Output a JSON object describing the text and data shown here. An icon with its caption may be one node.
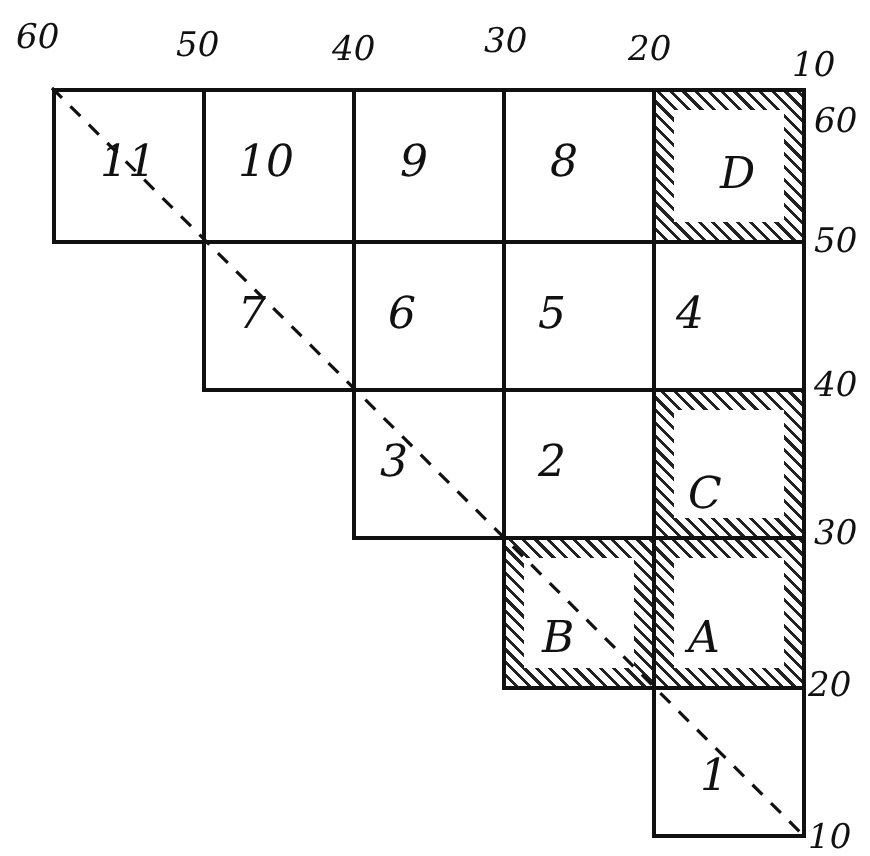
{
  "diagram": {
    "nodes": [
      {
        "text": [
          "11"
        ]
      },
      {
        "text": [
          "10"
        ]
      },
      {
        "text": [
          "9"
        ]
      },
      {
        "text": [
          "8"
        ]
      },
      {
        "text": [
          "D"
        ]
      },
      {
        "text": [
          "7"
        ]
      },
      {
        "text": [
          "6"
        ]
      },
      {
        "text": [
          "5"
        ]
      },
      {
        "text": [
          "4"
        ]
      },
      {
        "text": [
          "3"
        ]
      },
      {
        "text": [
          "2"
        ]
      },
      {
        "text": [
          "C"
        ]
      },
      {
        "text": [
          "B"
        ]
      },
      {
        "text": [
          "A"
        ]
      },
      {
        "text": [
          "1"
        ]
      }
    ],
    "labels": [
      "60",
      "50",
      "40",
      "30",
      "20",
      "10",
      "60",
      "50",
      "40",
      "30",
      "20",
      "10"
    ]
  }
}
